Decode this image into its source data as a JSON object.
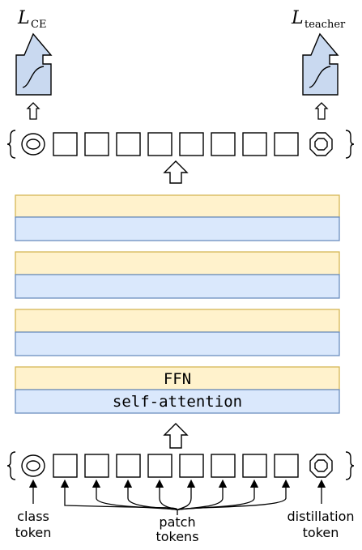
{
  "losses": {
    "left": {
      "symbol": "L",
      "sub": "CE"
    },
    "right": {
      "symbol": "L",
      "sub": "teacher"
    }
  },
  "layers": {
    "ffn_label": "FFN",
    "attention_label": "self-attention"
  },
  "tokens": {
    "class_label_1": "class",
    "class_label_2": "token",
    "patch_label_1": "patch",
    "patch_label_2": "tokens",
    "distill_label_1": "distillation",
    "distill_label_2": "token"
  },
  "colors": {
    "ffn_fill": "#fff2cc",
    "ffn_stroke": "#d6b656",
    "attention_fill": "#dae8fc",
    "attention_stroke": "#6c8ebf",
    "loss_fill": "#c9d9f0",
    "ink": "#000000"
  }
}
